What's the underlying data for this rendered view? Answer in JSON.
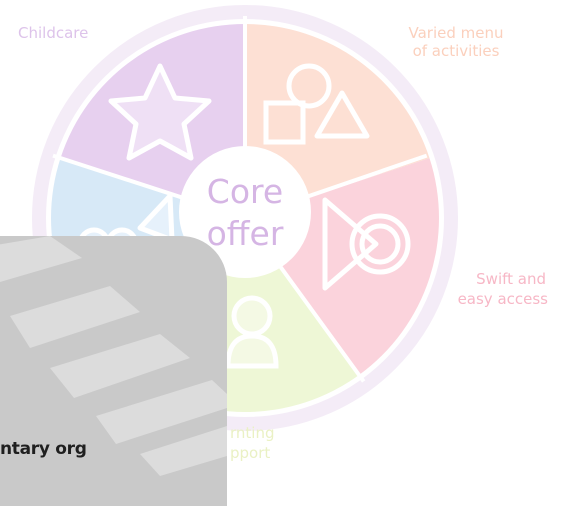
{
  "diagram": {
    "center": {
      "line1": "Core",
      "line2": "offer"
    },
    "segments": [
      {
        "label_lines": [
          "Childcare"
        ],
        "icon": "star-icon",
        "color": "#e7d0ef",
        "label_color": "#ddc3ea"
      },
      {
        "label_lines": [
          "Varied menu",
          "of activities"
        ],
        "icon": "shapes-icon",
        "color": "#fde0d4",
        "label_color": "#fbd0bd"
      },
      {
        "label_lines": [
          "Swift and",
          "easy access"
        ],
        "icon": "play-target-icon",
        "color": "#fbd3dc",
        "label_color": "#f7b7c6"
      },
      {
        "label_lines": [
          "rnting",
          "pport"
        ],
        "icon": "person-icon",
        "color": "#eef7d6",
        "label_color": "#eaf1c4"
      },
      {
        "label_lines": [
          ""
        ],
        "icon": "family-icon",
        "color": "#d7e9f7",
        "label_color": "#cfe3f3"
      }
    ]
  },
  "overlay_card": {
    "caption": "ntary org",
    "background": "#c9c9c9"
  }
}
